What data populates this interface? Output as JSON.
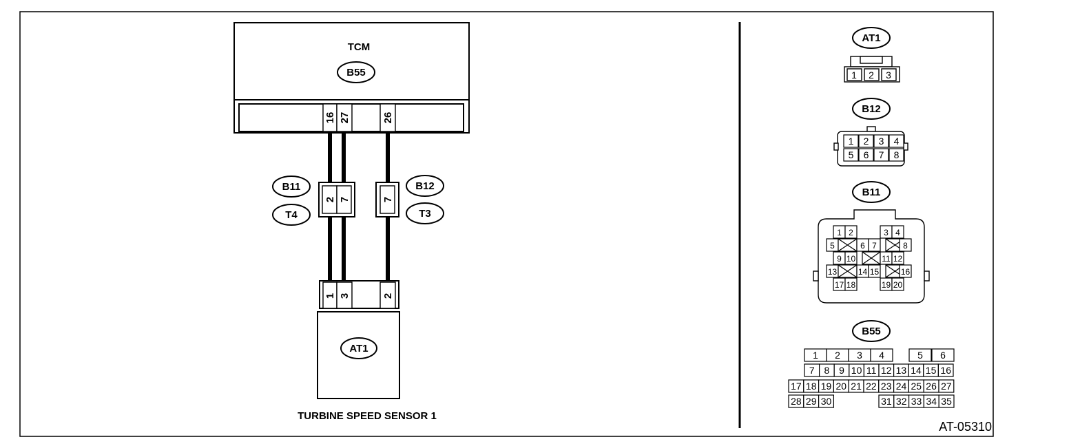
{
  "diagram": {
    "figure_id": "AT-05310",
    "tcm": {
      "title": "TCM",
      "connector": "B55",
      "pins": [
        "16",
        "27",
        "26"
      ]
    },
    "mid_connectors": {
      "left": {
        "labels": [
          "B11",
          "T4"
        ],
        "pins": [
          "2",
          "7"
        ]
      },
      "right": {
        "labels": [
          "B12",
          "T3"
        ],
        "pins": [
          "7"
        ]
      }
    },
    "sensor": {
      "connector": "AT1",
      "pins": [
        "1",
        "3",
        "2"
      ],
      "caption": "TURBINE SPEED SENSOR 1"
    }
  },
  "connector_views": {
    "at1": {
      "label": "AT1",
      "pins": [
        "1",
        "2",
        "3"
      ]
    },
    "b12": {
      "label": "B12",
      "rows": [
        [
          "1",
          "2",
          "3",
          "4"
        ],
        [
          "5",
          "6",
          "7",
          "8"
        ]
      ]
    },
    "b11": {
      "label": "B11",
      "rows": [
        [
          "1",
          "2",
          "",
          "3",
          "4"
        ],
        [
          "5",
          "X",
          "6",
          "7",
          "X",
          "8"
        ],
        [
          "9",
          "10",
          "X",
          "11",
          "12"
        ],
        [
          "13",
          "X",
          "14",
          "15",
          "X",
          "16"
        ],
        [
          "17",
          "18",
          "",
          "19",
          "20"
        ]
      ]
    },
    "b55": {
      "label": "B55",
      "rows": [
        [
          "1",
          "2",
          "3",
          "4",
          "5",
          "6"
        ],
        [
          "7",
          "8",
          "9",
          "10",
          "11",
          "12",
          "13",
          "14",
          "15",
          "16"
        ],
        [
          "17",
          "18",
          "19",
          "20",
          "21",
          "22",
          "23",
          "24",
          "25",
          "26",
          "27"
        ],
        [
          "28",
          "29",
          "30",
          "31",
          "32",
          "33",
          "34",
          "35"
        ]
      ]
    }
  }
}
